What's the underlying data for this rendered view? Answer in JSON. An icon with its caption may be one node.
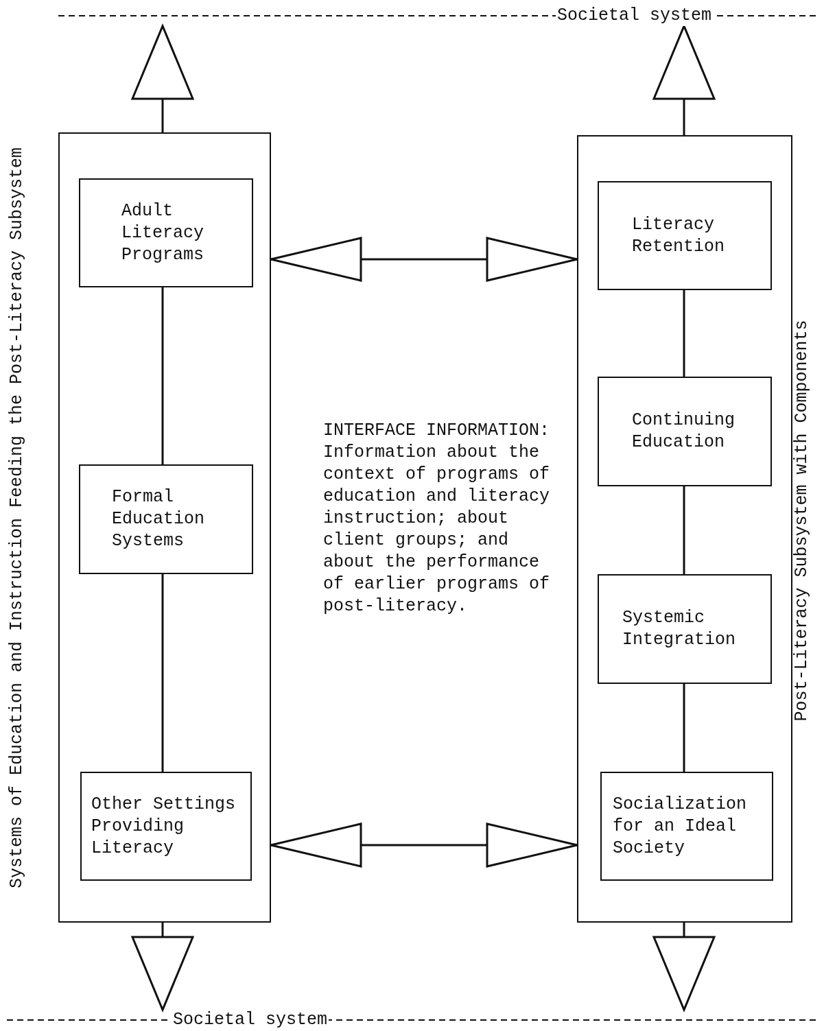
{
  "diagram": {
    "nodes": [
      {
        "text": [
          "Systems of Education and Instruction Feeding the Post-Literacy Subsystem"
        ]
      },
      {
        "text": [
          "Adult Literacy Programs"
        ],
        "in": 0
      },
      {
        "text": [
          "Formal Education Systems"
        ],
        "in": 0
      },
      {
        "text": [
          "Other Settings Providing Literacy"
        ],
        "in": 0
      },
      {
        "text": [
          "Post-Literacy Subsystem with Components"
        ]
      },
      {
        "text": [
          "Literacy Retention"
        ],
        "in": 4
      },
      {
        "text": [
          "Continuing Education"
        ],
        "in": 4
      },
      {
        "text": [
          "Systemic Integration"
        ],
        "in": 4
      },
      {
        "text": [
          "Socialization for an Ideal Society"
        ],
        "in": 4
      },
      {
        "text": [
          "Societal system"
        ]
      },
      {
        "text": [
          "Societal system"
        ]
      }
    ],
    "edges": [
      {
        "from": 1,
        "to": 2,
        "arrow": "none"
      },
      {
        "from": 2,
        "to": 3,
        "arrow": "none"
      },
      {
        "from": 5,
        "to": 6,
        "arrow": "none"
      },
      {
        "from": 6,
        "to": 7,
        "arrow": "none"
      },
      {
        "from": 7,
        "to": 8,
        "arrow": "none"
      },
      {
        "from": 0,
        "to": 4,
        "arrow": "both"
      },
      {
        "from": 0,
        "to": 4,
        "arrow": "both"
      },
      {
        "from": 0,
        "to": 9,
        "arrow": "to"
      },
      {
        "from": 4,
        "to": 9,
        "arrow": "to"
      },
      {
        "from": 0,
        "to": 10,
        "arrow": "to"
      },
      {
        "from": 4,
        "to": 10,
        "arrow": "to"
      }
    ],
    "labels": [
      "INTERFACE INFORMATION: Information about the context of programs of education and literacy instruction; about client groups; and about the performance of earlier programs of post-literacy."
    ]
  }
}
